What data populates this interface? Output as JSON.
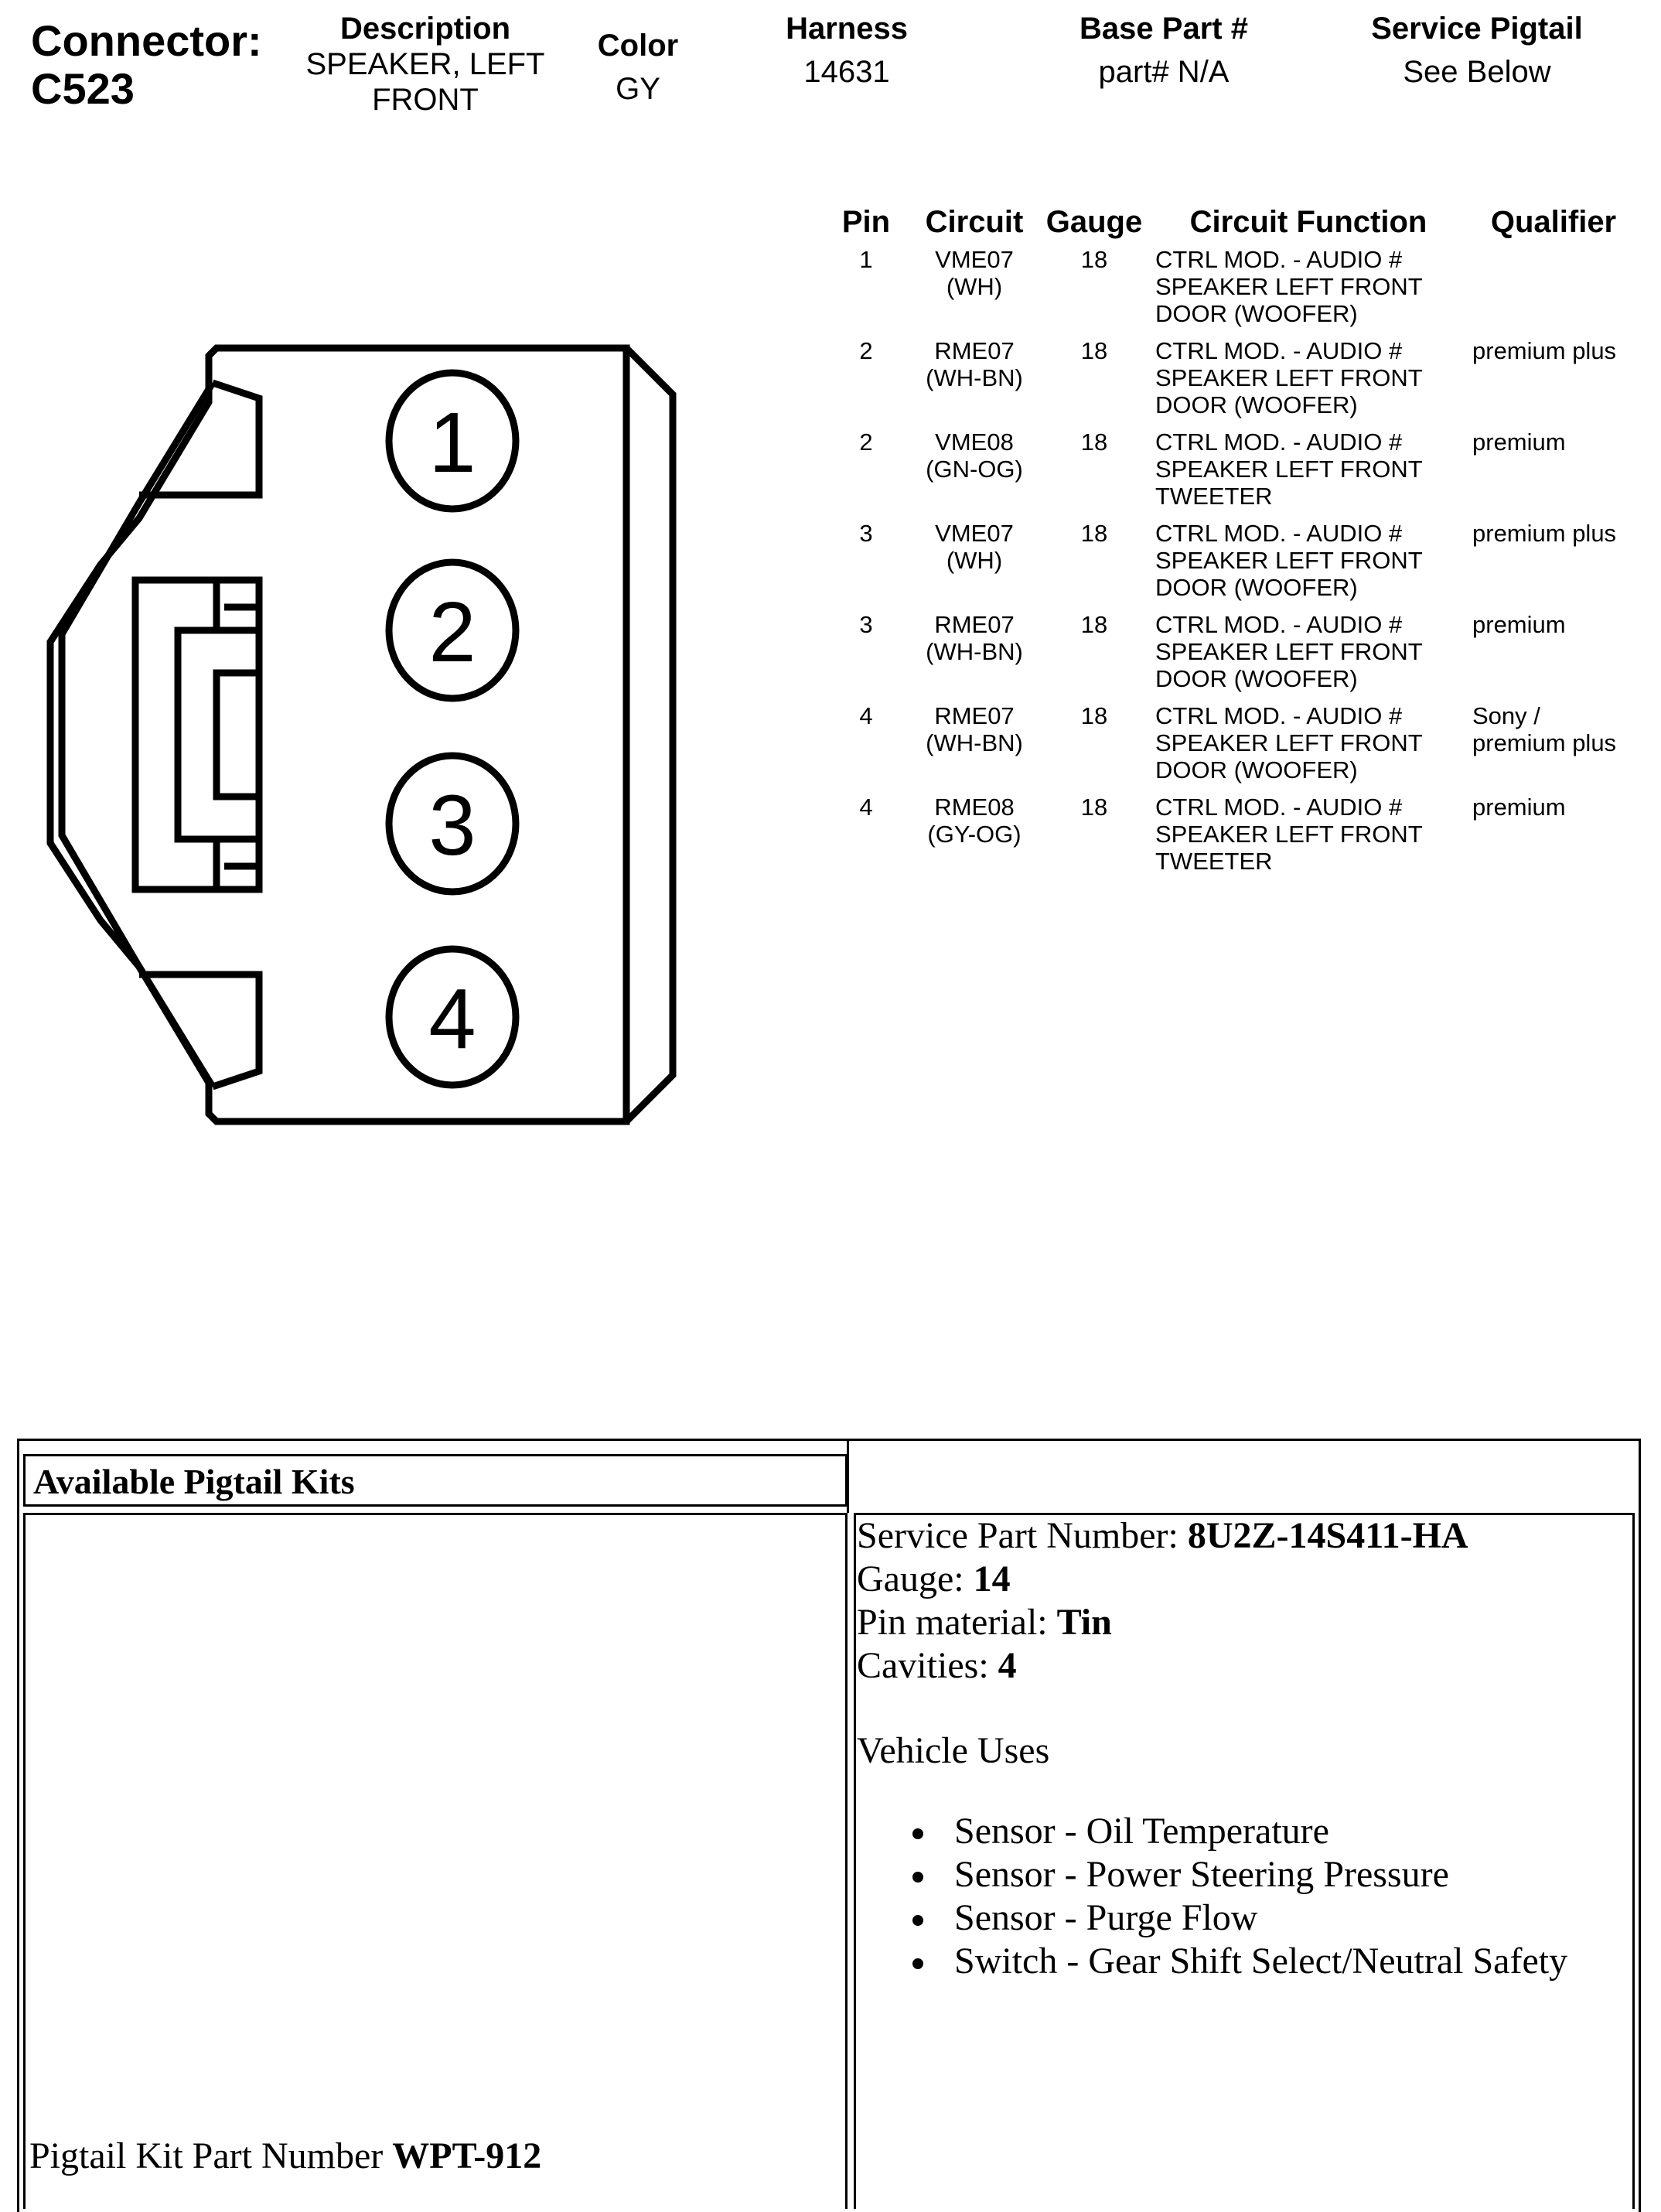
{
  "header": {
    "connector_label": "Connector:",
    "connector_id": "C523",
    "description": {
      "label": "Description",
      "value_line1": "SPEAKER, LEFT",
      "value_line2": "FRONT"
    },
    "color": {
      "label": "Color",
      "value": "GY"
    },
    "harness": {
      "label": "Harness",
      "value": "14631"
    },
    "base_part": {
      "label": "Base Part #",
      "value": "part# N/A"
    },
    "service_pigtail": {
      "label": "Service Pigtail",
      "value": "See Below"
    }
  },
  "pin_table": {
    "columns": [
      "Pin",
      "Circuit",
      "Gauge",
      "Circuit Function",
      "Qualifier"
    ],
    "rows": [
      {
        "pin": "1",
        "circuit": "VME07",
        "circuit_color": "(WH)",
        "gauge": "18",
        "func1": "CTRL MOD. - AUDIO #",
        "func2": "SPEAKER LEFT FRONT",
        "func3": "DOOR (WOOFER)",
        "qual1": "",
        "qual2": ""
      },
      {
        "pin": "2",
        "circuit": "RME07",
        "circuit_color": "(WH-BN)",
        "gauge": "18",
        "func1": "CTRL MOD. - AUDIO #",
        "func2": "SPEAKER LEFT FRONT",
        "func3": "DOOR (WOOFER)",
        "qual1": "premium plus",
        "qual2": ""
      },
      {
        "pin": "2",
        "circuit": "VME08",
        "circuit_color": "(GN-OG)",
        "gauge": "18",
        "func1": "CTRL MOD. - AUDIO #",
        "func2": "SPEAKER LEFT FRONT",
        "func3": "TWEETER",
        "qual1": "premium",
        "qual2": ""
      },
      {
        "pin": "3",
        "circuit": "VME07",
        "circuit_color": "(WH)",
        "gauge": "18",
        "func1": "CTRL MOD. - AUDIO #",
        "func2": "SPEAKER LEFT FRONT",
        "func3": "DOOR (WOOFER)",
        "qual1": "premium plus",
        "qual2": ""
      },
      {
        "pin": "3",
        "circuit": "RME07",
        "circuit_color": "(WH-BN)",
        "gauge": "18",
        "func1": "CTRL MOD. - AUDIO #",
        "func2": "SPEAKER LEFT FRONT",
        "func3": "DOOR (WOOFER)",
        "qual1": "premium",
        "qual2": ""
      },
      {
        "pin": "4",
        "circuit": "RME07",
        "circuit_color": "(WH-BN)",
        "gauge": "18",
        "func1": "CTRL MOD. - AUDIO #",
        "func2": "SPEAKER LEFT FRONT",
        "func3": "DOOR (WOOFER)",
        "qual1": "Sony /",
        "qual2": "premium plus"
      },
      {
        "pin": "4",
        "circuit": "RME08",
        "circuit_color": "(GY-OG)",
        "gauge": "18",
        "func1": "CTRL MOD. - AUDIO #",
        "func2": "SPEAKER LEFT FRONT",
        "func3": "TWEETER",
        "qual1": "premium",
        "qual2": ""
      }
    ]
  },
  "diagram": {
    "cavity_labels": [
      "1",
      "2",
      "3",
      "4"
    ]
  },
  "pigtail": {
    "title": "Available Pigtail Kits",
    "kit_part_label": "Pigtail Kit Part Number",
    "kit_part_value": "WPT-912",
    "service_part_label": "Service Part Number:",
    "service_part_value": "8U2Z-14S411-HA",
    "gauge_label": "Gauge:",
    "gauge_value": "14",
    "pin_material_label": "Pin material:",
    "pin_material_value": "Tin",
    "cavities_label": "Cavities:",
    "cavities_value": "4",
    "vehicle_uses_title": "Vehicle Uses",
    "vehicle_uses": [
      "Sensor - Oil Temperature",
      "Sensor - Power Steering Pressure",
      "Sensor - Purge Flow",
      "Switch - Gear Shift Select/Neutral Safety"
    ]
  }
}
